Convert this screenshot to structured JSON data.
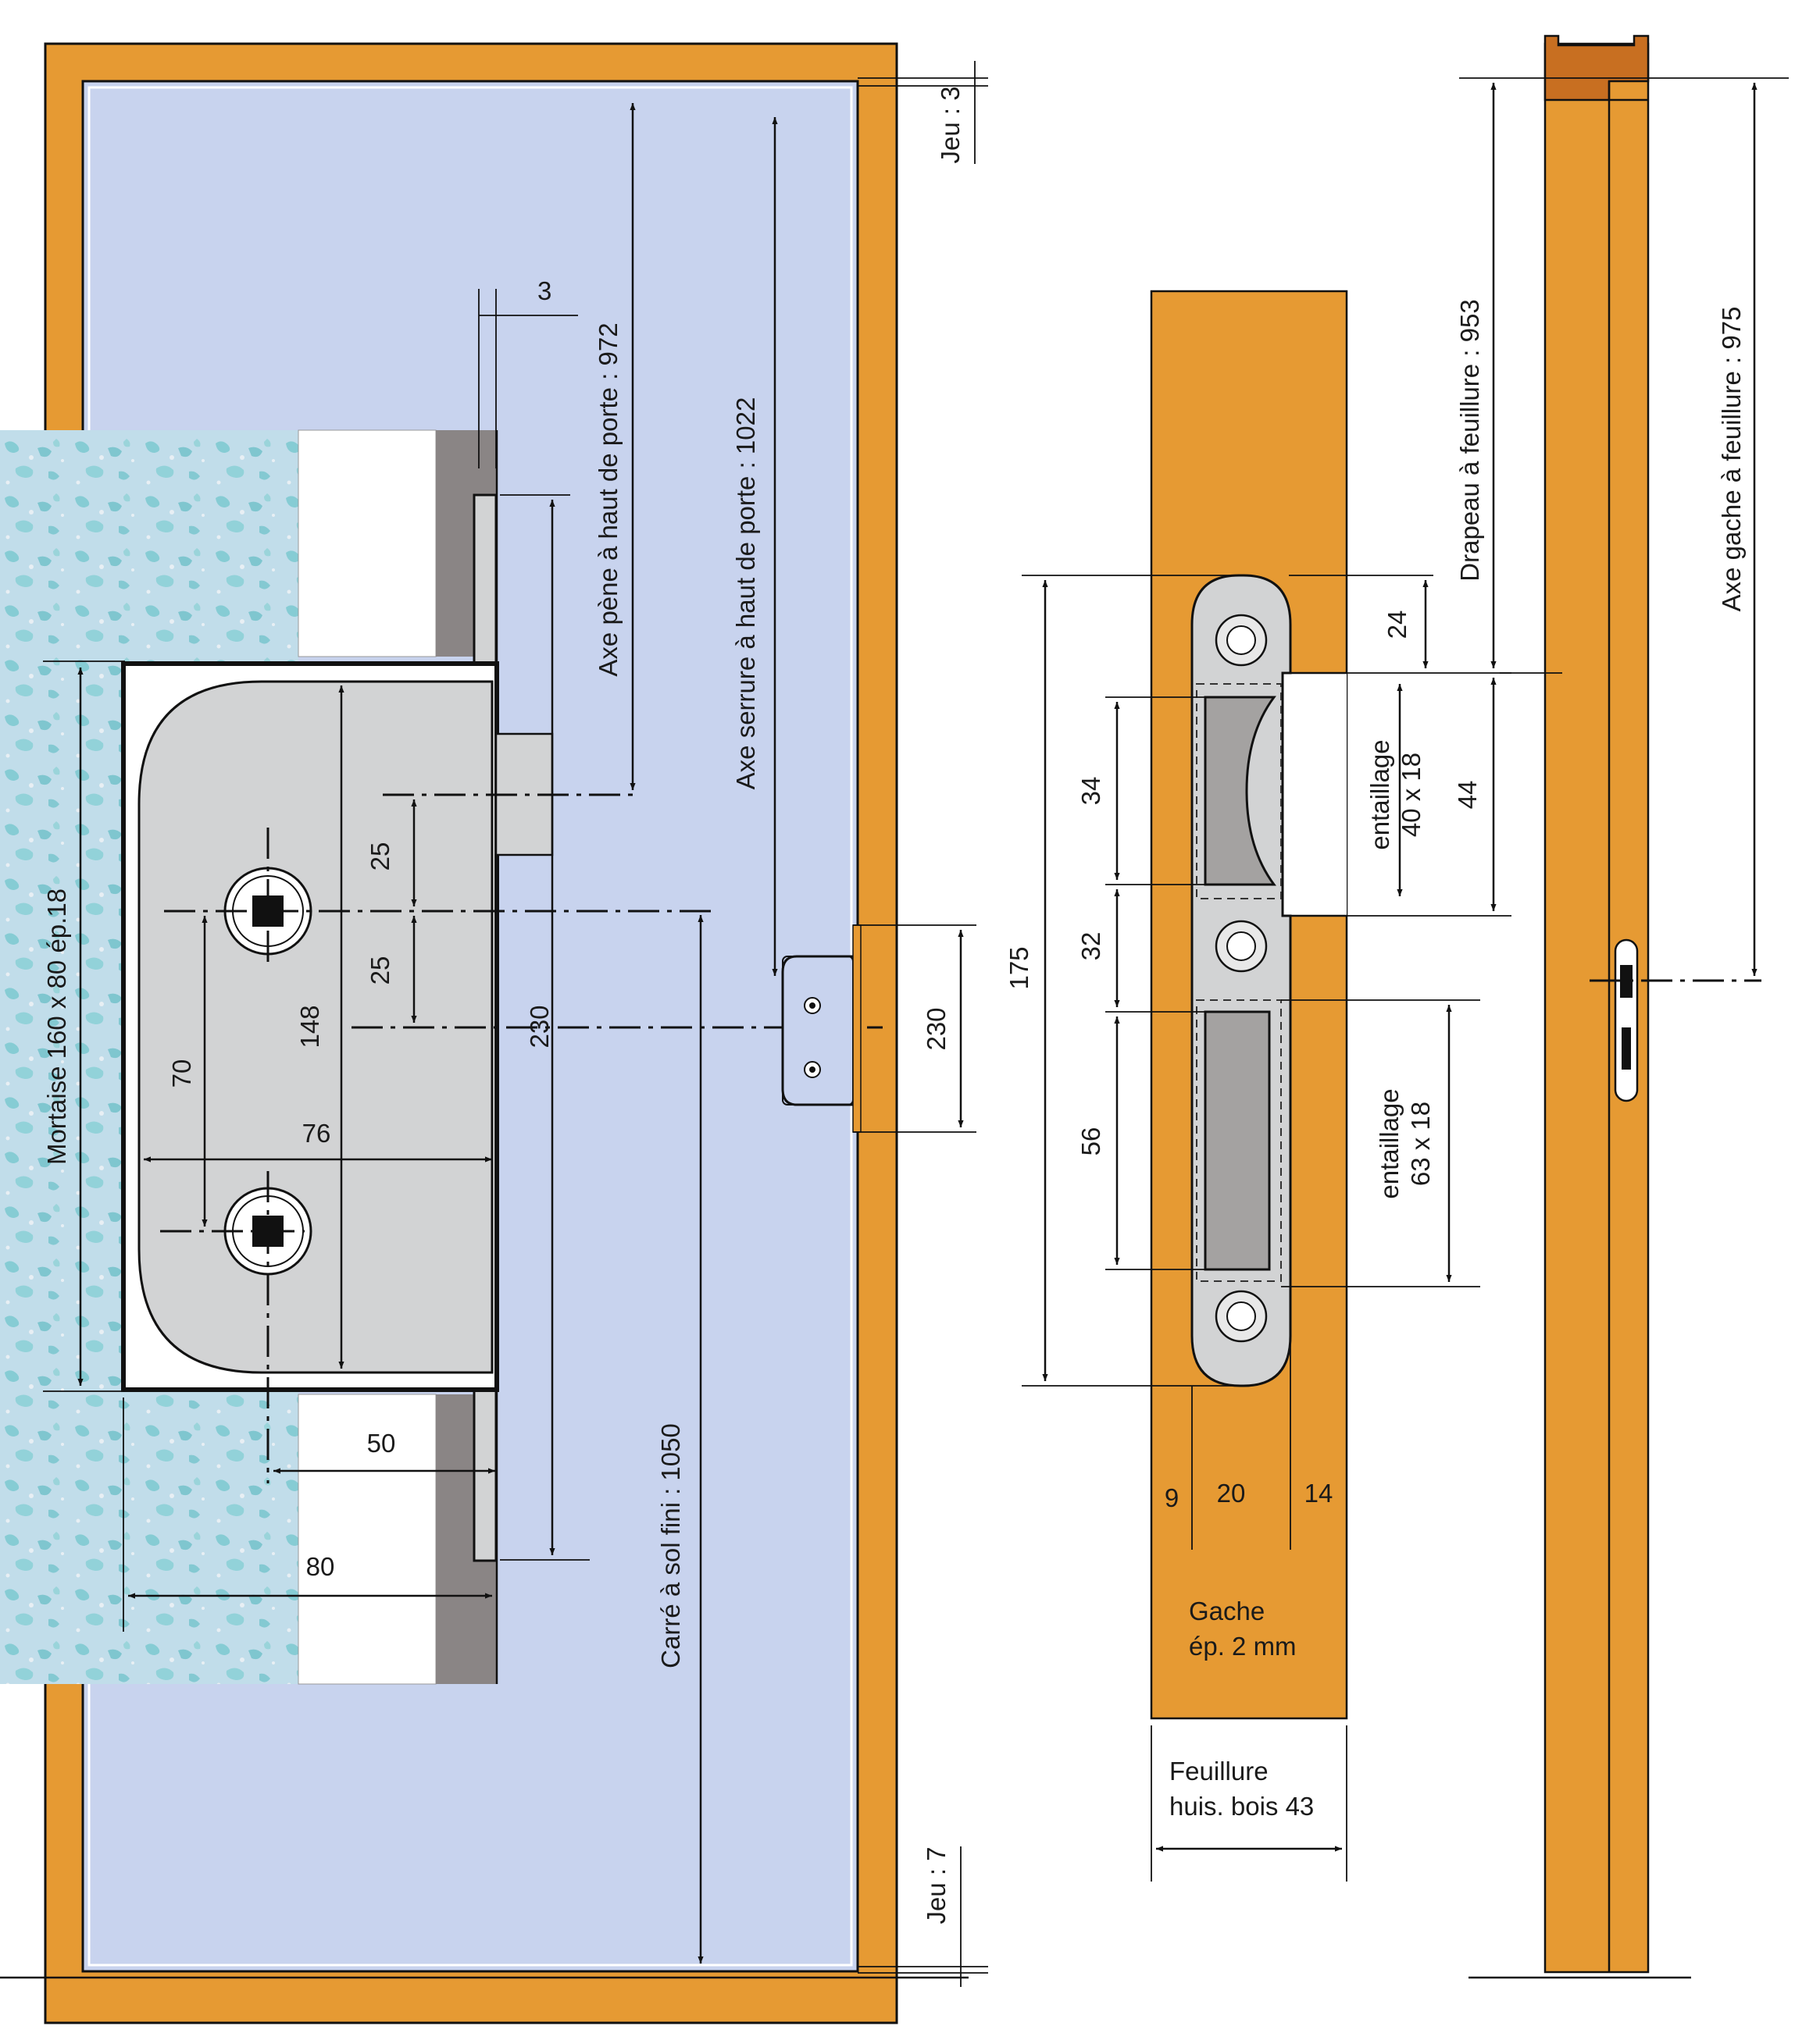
{
  "colors": {
    "frame": "#E69A33",
    "door": "#C8D3EE",
    "wall": "#C1DDEA",
    "metal": "#D2D3D4",
    "steel": "#8A8585",
    "frame_dark": "#C86F21"
  },
  "door_view": {
    "jeu_top": "Jeu : 3",
    "jeu_bottom": "Jeu : 7",
    "gap_3": "3",
    "axe_pene": "Axe pène à haut de porte : 972",
    "axe_serrure": "Axe serrure à haut de porte : 1022",
    "carre_sol": "Carré à sol fini : 1050",
    "mortaise": "Mortaise 160 x 80 ép.18",
    "dim_25a": "25",
    "dim_25b": "25",
    "dim_70": "70",
    "dim_148": "148",
    "dim_76": "76",
    "dim_230": "230",
    "dim_50": "50",
    "dim_80": "80",
    "hinge_230": "230"
  },
  "strike_view": {
    "dim_175": "175",
    "dim_24": "24",
    "dim_34": "34",
    "dim_32": "32",
    "dim_56": "56",
    "dim_44": "44",
    "entaillage_1_a": "entaillage",
    "entaillage_1_b": "40 x 18",
    "entaillage_2_a": "entaillage",
    "entaillage_2_b": "63 x 18",
    "dim_9": "9",
    "dim_20": "20",
    "dim_14": "14",
    "gache_1": "Gache",
    "gache_2": "ép. 2 mm",
    "feuillure_1": "Feuillure",
    "feuillure_2": "huis. bois 43"
  },
  "frame_view": {
    "drapeau": "Drapeau à  feuillure : 953",
    "axe_gache": "Axe gache à feuillure : 975"
  }
}
